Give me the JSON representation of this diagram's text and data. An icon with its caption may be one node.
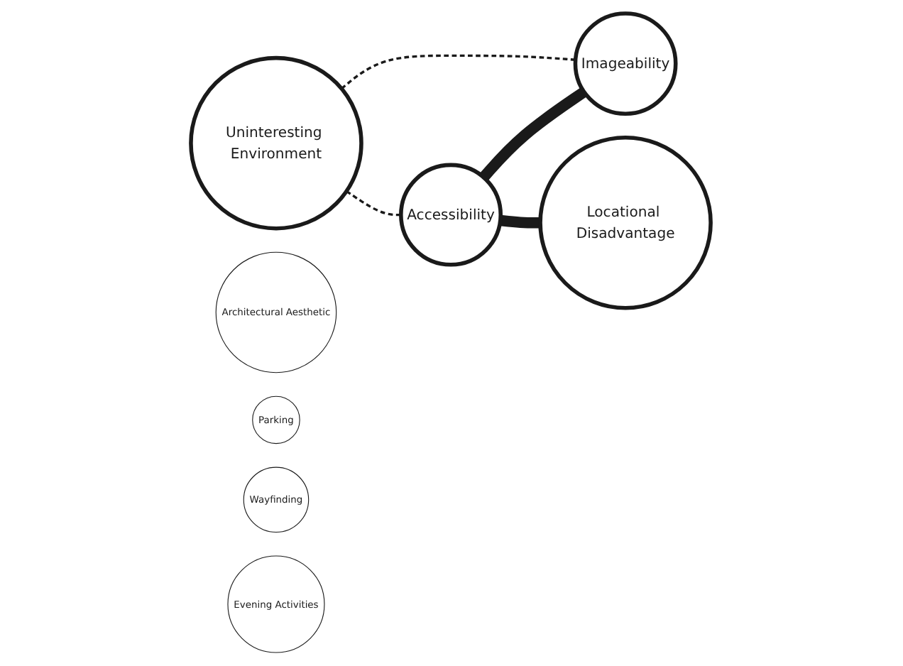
{
  "diagram": {
    "nodes": [
      {
        "text": [
          "Uninteresting Environment"
        ]
      },
      {
        "text": [
          "Accessibility"
        ]
      },
      {
        "text": [
          "Architectural Aesthetic"
        ]
      },
      {
        "text": [
          "Parking"
        ]
      },
      {
        "text": [
          "Wayfinding"
        ]
      },
      {
        "text": [
          "Imageability"
        ]
      },
      {
        "text": [
          "Evening Activities"
        ]
      },
      {
        "text": [
          "Locational Disadvantage"
        ]
      }
    ],
    "edges": [
      {
        "from": 0,
        "to": 1,
        "arrow": "none",
        "style": "dashed"
      },
      {
        "from": 0,
        "to": 5,
        "arrow": "none",
        "style": "dashed"
      },
      {
        "from": 1,
        "to": 5,
        "arrow": "none",
        "style": "thick"
      },
      {
        "from": 1,
        "to": 7,
        "arrow": "none",
        "style": "thick"
      }
    ]
  }
}
